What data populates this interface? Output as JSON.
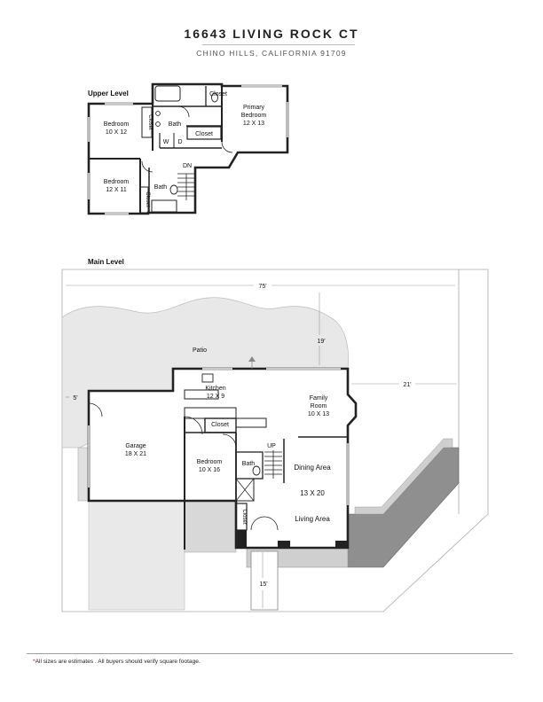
{
  "header": {
    "title": "16643 LIVING ROCK CT",
    "subtitle": "CHINO HILLS, CALIFORNIA 91709"
  },
  "upper_level": {
    "label": "Upper Level",
    "rooms": {
      "bedroom_a": {
        "name": "Bedroom",
        "size": "10 X 12"
      },
      "bedroom_b": {
        "name": "Bedroom",
        "size": "12 X 11"
      },
      "primary": {
        "name": "Primary",
        "name2": "Bedroom",
        "size": "12 X 13"
      },
      "closet_top": "Closet",
      "closet_mid": "Closet",
      "closet_v1": "Closet",
      "closet_v2": "Closet",
      "bath_top": "Bath",
      "bath_bottom": "Bath",
      "washer": "W",
      "dryer": "D",
      "stairs_down": "DN"
    }
  },
  "main_level": {
    "label": "Main Level",
    "dimensions": {
      "width": "75'",
      "patio_depth": "19'",
      "side_right": "21'",
      "side_left": "5'",
      "front": "15'"
    },
    "rooms": {
      "patio": "Patio",
      "kitchen": {
        "name": "Kitchen",
        "size": "12 X 9"
      },
      "family": {
        "name": "Family",
        "name2": "Room",
        "size": "10 X 13"
      },
      "garage": {
        "name": "Garage",
        "size": "18 X 21"
      },
      "bedroom": {
        "name": "Bedroom",
        "size": "10 X 16"
      },
      "closet": "Closet",
      "closet_v": "Closet",
      "bath": "Bath",
      "dining": "Dining Area",
      "dining_size": "13  X 20",
      "living": "Living Area",
      "stairs_up": "UP"
    }
  },
  "footer": {
    "star": "*",
    "note": "All sizes are estimates . All buyers should verify square footage."
  }
}
